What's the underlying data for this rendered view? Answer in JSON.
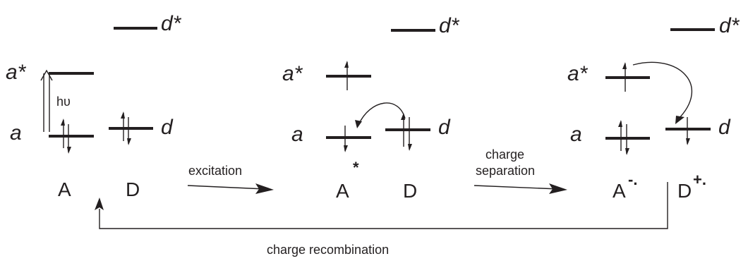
{
  "diagram": {
    "stage1": {
      "acceptor_orbital": "a",
      "acceptor_excited_orbital": "a*",
      "donor_orbital": "d",
      "donor_excited_orbital": "d*",
      "photon_label": "hυ",
      "acceptor": "A",
      "donor": "D"
    },
    "transition1": {
      "label": "excitation"
    },
    "stage2": {
      "acceptor_orbital": "a",
      "acceptor_excited_orbital": "a*",
      "donor_orbital": "d",
      "donor_excited_orbital": "d*",
      "acceptor": "A",
      "acceptor_sup": "*",
      "donor": "D"
    },
    "transition2": {
      "label_line1": "charge",
      "label_line2": "separation"
    },
    "stage3": {
      "acceptor_orbital": "a",
      "acceptor_excited_orbital": "a*",
      "donor_orbital": "d",
      "donor_excited_orbital": "d*",
      "acceptor": "A",
      "acceptor_sup": "-.",
      "donor": "D",
      "donor_sup": "+."
    },
    "recombination": {
      "label": "charge recombination"
    },
    "colors": {
      "ink": "#231f20",
      "background": "#ffffff"
    }
  }
}
